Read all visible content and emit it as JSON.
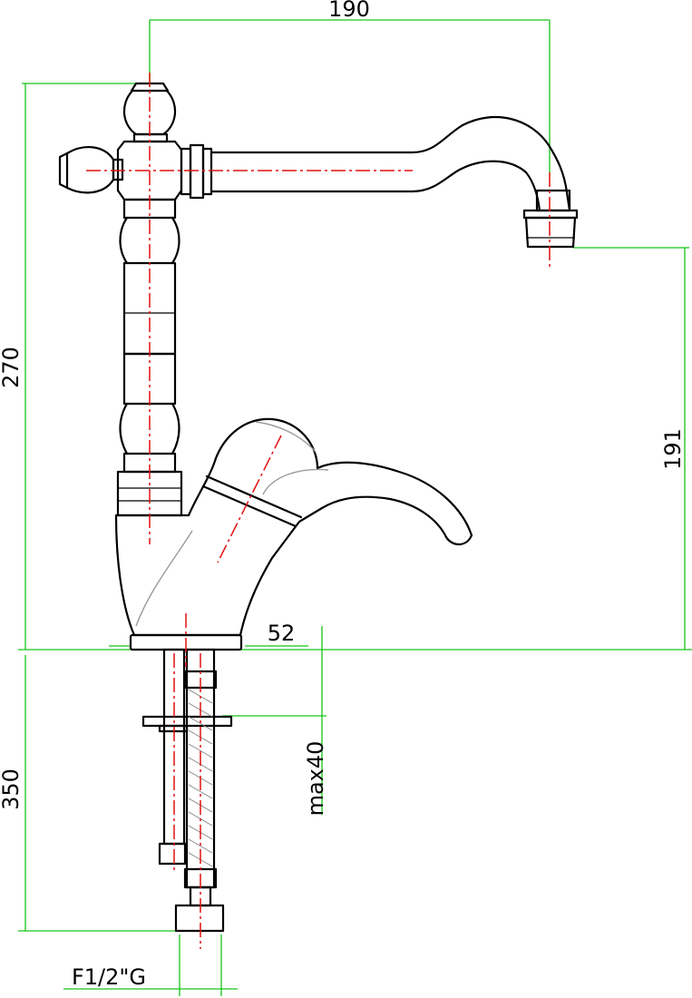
{
  "drawing": {
    "subject": "single-lever mixer faucet technical drawing",
    "colors": {
      "outline": "#000000",
      "dimension_lines": "#18c418",
      "center_lines": "#e01010"
    },
    "dimensions": {
      "spout_reach": "190",
      "total_height": "270",
      "spout_height": "191",
      "base_diameter": "52",
      "max_deck_thickness": "max40",
      "hose_length": "350",
      "connection_thread": "F1/2\"G"
    }
  }
}
